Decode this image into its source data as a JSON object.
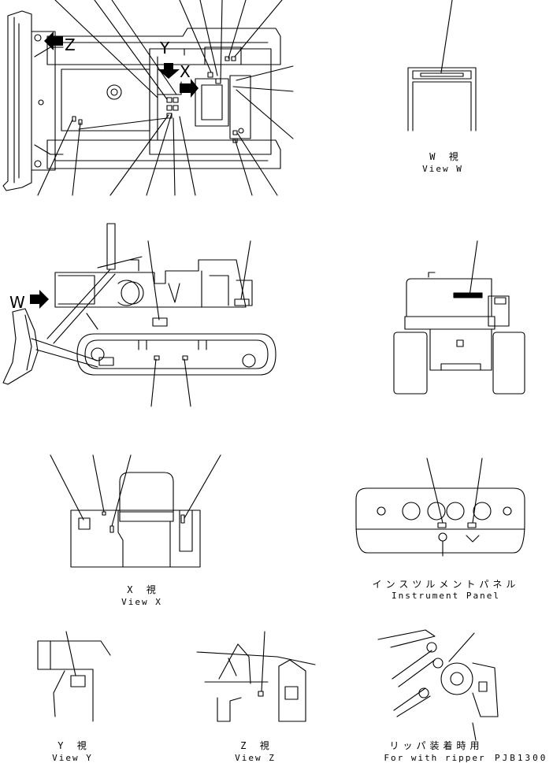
{
  "main_view": {
    "view_letters": {
      "y": "Y",
      "x": "X",
      "z": "Z",
      "w": "W"
    }
  },
  "captions": {
    "view_w": {
      "jp": "W 視",
      "en": "View W"
    },
    "view_x": {
      "jp": "X 視",
      "en": "View X"
    },
    "instrument_panel": {
      "jp": "インスツルメントパネル",
      "en": "Instrument Panel"
    },
    "view_y": {
      "jp": "Y 視",
      "en": "View Y"
    },
    "view_z": {
      "jp": "Z 視",
      "en": "View Z"
    },
    "ripper": {
      "jp": "リッパ装着時用",
      "en": "For with ripper"
    }
  },
  "drawing_code": "PJB1300",
  "colors": {
    "line": "#000000",
    "background": "#ffffff"
  }
}
